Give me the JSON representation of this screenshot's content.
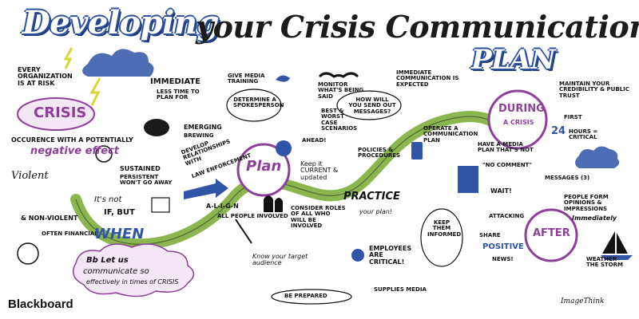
{
  "title": {
    "part1": "Developing",
    "part2": "your Crisis Communication",
    "part3": "PLAN"
  },
  "left": {
    "every_org": "EVERY ORGANIZATION is at RISK",
    "crisis": "CRISIS",
    "occurrence": "OCCURENCE WITH A POTENTIALLY",
    "negative_effect": "negative effect",
    "immediate": "IMMEDIATE",
    "less_time": "LESS TIME TO PLAN for",
    "emerging": "EMERGING",
    "brewing": "BREWING",
    "sustained": "SUSTAINED",
    "persistent": "PERSISTENT WON'T GO AWAY",
    "develop_rel": "DEVELOP RELATIONSHIPS WITH",
    "law": "LAW ENFORCEMENT",
    "violent": "Violent",
    "non_violent": "& NON-VIOLENT",
    "often_financial": "OFTEN FINANCIAL",
    "its_not": "It's not",
    "if_but": "IF, but",
    "when": "WHEN",
    "bb_let_us": "Bb Let us",
    "communicate_so": "communicate so",
    "effectively": "effectively in times of CRISIS"
  },
  "middle": {
    "give_media": "GIVE MEDIA TRAINING",
    "determine": "DETERMINE A SPOKESPERSON",
    "ahead": "AHEAD!",
    "plan": "Plan",
    "align": "A-L-I-G-N",
    "people_involved": "ALL PEOPLE INVOLVED",
    "consider_roles": "CONSIDER ROLES OF ALL who will be involved",
    "know_audience": "Know your target audience",
    "be_prepared": "BE PREPARED",
    "supplies": "SUPPLIES MEDIA",
    "keep_it": "Keep it CURRENT & updated",
    "policies": "POLICIES & PROCEDURES",
    "best_worst": "BEST & WORST CASE SCENARIOS",
    "monitor": "MONITOR WHAT'S BEING SAID",
    "how_send": "HOW WILL YOU SEND OUT MESSAGES?",
    "immediate_comm": "IMMEDIATE COMMUNICATION IS EXPECTED",
    "practice": "PRACTICE",
    "your_plan": "your plan!",
    "employees": "EMPLOYEES are critical!",
    "keep_them": "Keep them informed",
    "operate": "OPERATE A COMMUNICATION PLAN"
  },
  "right": {
    "maintain": "MAINTAIN YOUR CREDIBILITY & PUBLIC TRUST",
    "during": "DURING",
    "a_crisis": "a CRISIS",
    "first": "FIRST",
    "hours_num": "24",
    "hours": "HOURS = critical",
    "have_media": "HAVE A MEDIA PLAN THAT'S NOT",
    "no_comment": "\"NO COMMENT\"",
    "messages": "MESSAGES (3)",
    "wait": "WAIT!",
    "attacking": "ATTACKING",
    "people_form": "PEOPLE FORM OPINIONS & IMPRESSIONS",
    "immediately": "Immediately",
    "share": "SHARE",
    "positive": "POSITIVE",
    "news": "NEWS!",
    "after": "AFTER",
    "weather": "WEATHER THE STORM"
  },
  "brand": {
    "blackboard": "Blackboard",
    "imagethink": "ImageThink"
  },
  "colors": {
    "blue": "#2f54a8",
    "purple": "#8e3f9a",
    "green": "#7cae3c",
    "ink": "#111111"
  }
}
